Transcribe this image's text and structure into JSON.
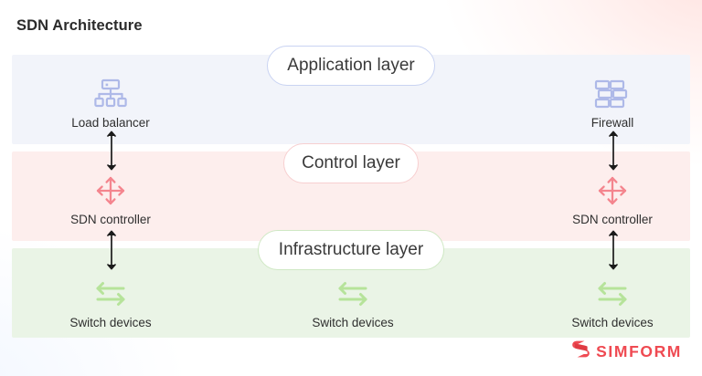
{
  "page": {
    "title": "SDN Architecture"
  },
  "layers": [
    {
      "key": "application",
      "pill_label": "Application layer",
      "band_color": "#f2f4fa",
      "border_color": "#c9d3f2",
      "accent_color": "#aeb9e8"
    },
    {
      "key": "control",
      "pill_label": "Control layer",
      "band_color": "#fdeeed",
      "border_color": "#f7cfd0",
      "accent_color": "#f4858e"
    },
    {
      "key": "infrastructure",
      "pill_label": "Infrastructure layer",
      "band_color": "#eaf4e6",
      "border_color": "#cfe8c4",
      "accent_color": "#b6e39a"
    }
  ],
  "nodes": {
    "load_balancer": {
      "label": "Load balancer",
      "icon": "sitemap-icon"
    },
    "firewall": {
      "label": "Firewall",
      "icon": "brick-wall-icon"
    },
    "sdn_controller_left": {
      "label": "SDN controller",
      "icon": "four-way-arrows-icon"
    },
    "sdn_controller_right": {
      "label": "SDN controller",
      "icon": "four-way-arrows-icon"
    },
    "switch_left": {
      "label": "Switch devices",
      "icon": "exchange-arrows-icon"
    },
    "switch_center": {
      "label": "Switch devices",
      "icon": "exchange-arrows-icon"
    },
    "switch_right": {
      "label": "Switch devices",
      "icon": "exchange-arrows-icon"
    }
  },
  "connectors": {
    "icon": "double-headed-vertical-arrow-icon",
    "color": "#1b1b1b"
  },
  "brand": {
    "wordmark": "SIMFORM",
    "color": "#ef4a52",
    "logo_icon": "simform-s-logo-icon"
  }
}
